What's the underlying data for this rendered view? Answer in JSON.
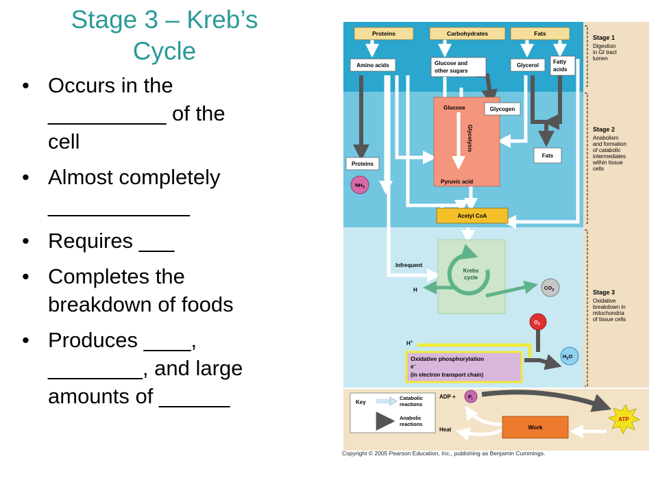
{
  "slide": {
    "title_line1": "Stage 3 – Kreb’s",
    "title_line2": "Cycle",
    "bullets": [
      [
        "Occurs in the",
        "__________ of the",
        "cell"
      ],
      [
        "Almost completely",
        "____________"
      ],
      [
        "Requires ___"
      ],
      [
        "Completes the",
        "breakdown of foods"
      ],
      [
        "Produces ____,",
        "________, and large",
        "amounts of ______"
      ]
    ]
  },
  "diagram": {
    "nutrients": {
      "proteins": "Proteins",
      "carbohydrates": "Carbohydrates",
      "fats": "Fats"
    },
    "stage1_products": {
      "amino_acids": "Amino acids",
      "glucose_sugars": [
        "Glucose and",
        "other sugars"
      ],
      "glycerol": "Glycerol",
      "fatty_acids": [
        "Fatty",
        "acids"
      ]
    },
    "stage2": {
      "glycogen": "Glycogen",
      "glucose": "Glucose",
      "glycolysis": "Glycolysis",
      "pyruvic_acid": "Pyruvic acid",
      "proteins": "Proteins",
      "fats": "Fats",
      "nh3": "NH",
      "nh3_sub": "3",
      "acetyl_coa": "Acetyl CoA"
    },
    "stage3": {
      "infrequent": "Infrequent",
      "krebs": [
        "Krebs",
        "cycle"
      ],
      "h": "H",
      "co2": "CO",
      "co2_sub": "2",
      "o2": "O",
      "o2_sub": "2",
      "h_plus": "H",
      "h_plus_sup": "+",
      "oxphos": "Oxidative phosphorylation",
      "e_minus": "e",
      "e_minus_sup": "−",
      "etc": "(in electron transport chain)",
      "h2o_h": "H",
      "h2o_sub": "2",
      "h2o_o": "O"
    },
    "stages": [
      {
        "title": "Stage 1",
        "desc": [
          "Digestion",
          "in GI tract",
          "lumen"
        ]
      },
      {
        "title": "Stage 2",
        "desc": [
          "Anabolism",
          "and formation",
          "of catabolic",
          "intermediates",
          "within tissue",
          "cells"
        ]
      },
      {
        "title": "Stage 3",
        "desc": [
          "Oxidative",
          "breakdown in",
          "mitochondria",
          "of tissue cells"
        ]
      }
    ],
    "key": {
      "title": "Key",
      "catabolic": [
        "Catabolic",
        "reactions"
      ],
      "anabolic": [
        "Anabolic",
        "reactions"
      ]
    },
    "energy": {
      "adp": "ADP +",
      "pi": "P",
      "pi_sub": "i",
      "atp": "ATP",
      "work": "Work",
      "heat": "Heat"
    },
    "colors": {
      "stage1_band": "#2aa6cf",
      "stage2_band": "#72c6e0",
      "stage3_band": "#c8e8f2",
      "bottom_band": "#f2e2c6",
      "side_panel": "#f0dfc3",
      "box_tan": "#f5df9a",
      "glycolysis": "#f4957d",
      "acetyl": "#f3c02a",
      "krebs_bg": "#cde5c8",
      "krebs_arrow": "#5fb38a",
      "oxphos_bg": "#d9b7dc",
      "oxphos_border": "#f0ea3a",
      "work_box": "#ee7a2e",
      "anabolic_arrow": "#555555"
    }
  },
  "copyright": "Copyright © 2005 Pearson Education, Inc., publishing as Benjamin Cummings."
}
